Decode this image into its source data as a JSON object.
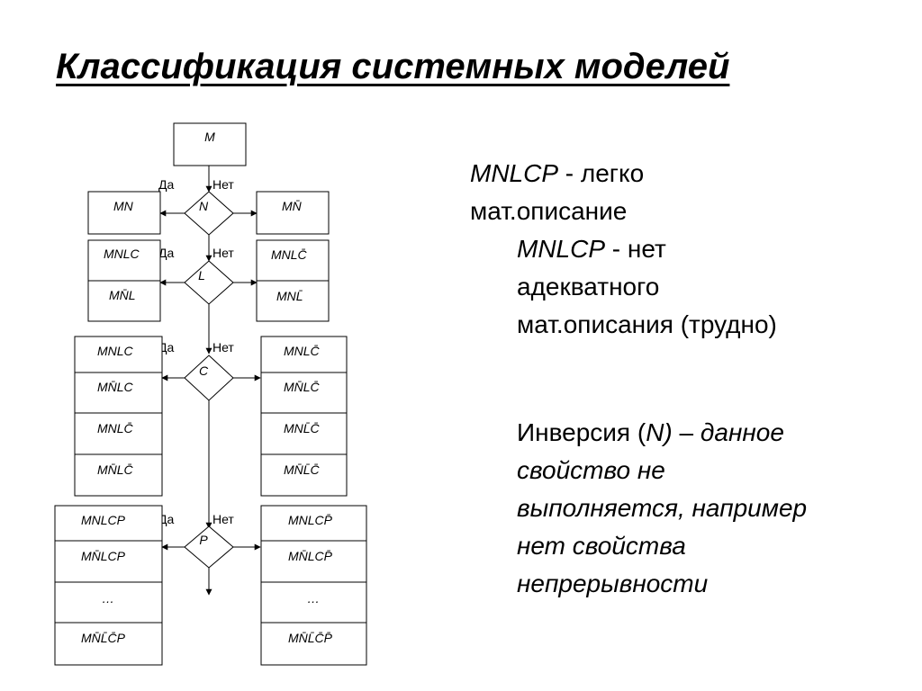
{
  "title": "Классификация системных моделей",
  "diagram": {
    "root": "M",
    "yes_label": "Да",
    "no_label": "Нет",
    "dash": "–",
    "rows": [
      {
        "node": "N",
        "yes": [
          "MN"
        ],
        "no": [
          "MN̄"
        ]
      },
      {
        "node": "L",
        "yes": [
          "MNLC",
          "MN̄L"
        ],
        "no": [
          "MNLC̄",
          "MNL̄"
        ]
      },
      {
        "node": "C",
        "yes": [
          "MNLC",
          "MN̄LC",
          "MNLC̄",
          "MN̄LC̄"
        ],
        "no": [
          "MNLC̄",
          "MN̄LC̄",
          "MNL̄C̄",
          "MN̄L̄C̄"
        ]
      },
      {
        "node": "P",
        "yes": [
          "MNLCP",
          "MN̄LCP",
          "…",
          "MN̄L̄C̄P"
        ],
        "no": [
          "MNLCP̄",
          "MN̄LCP̄",
          "…",
          "MN̄L̄C̄P̄"
        ]
      }
    ]
  },
  "notes": {
    "n1_term": "MNLCP",
    "n1_text": "- легко мат.описание",
    "n2_term": "MNLCP",
    "n2_text": "- нет адекватного мат.описания (трудно)",
    "n3_prefix": "Инверсия (",
    "n3_term": "N)",
    "n3_dash": " –",
    "n3_text": "данное свойство не выполняется, например нет свойства непрерывности"
  }
}
